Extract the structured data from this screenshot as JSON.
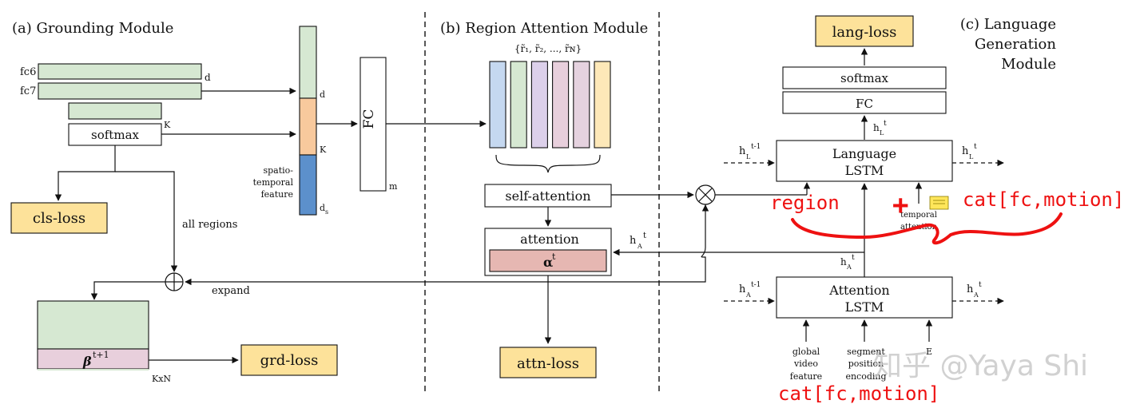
{
  "colors": {
    "green": "#d6e8d2",
    "orange": "#f8c99d",
    "blue": "#5c90cc",
    "pink": "#e6b7b2",
    "loss_yellow": "#fde29a",
    "annotation_red": "#ee1111",
    "note_yellow": "#ffe65a",
    "attn_bars": [
      "#c5d8f0",
      "#d6e8d2",
      "#dcd0ea",
      "#e8cfdc",
      "#e5d2df",
      "#fde8b8"
    ]
  },
  "sections": {
    "grounding": "(a) Grounding Module",
    "region_attention": "(b) Region Attention Module",
    "language_generation": [
      "(c) Language",
      "Generation",
      "Module"
    ]
  },
  "grounding": {
    "fc6": "fc6",
    "fc7": "fc7",
    "d": "d",
    "softmax": "softmax",
    "k": "K",
    "cls_loss": "cls-loss",
    "all_regions": "all regions",
    "expand": "expand",
    "beta_base": "β",
    "beta_sup": "t+1",
    "kxn": "KxN",
    "grd_loss": "grd-loss"
  },
  "feature_column": {
    "d": "d",
    "k": "K",
    "ds_base": "d",
    "ds_sub": "s",
    "caption": [
      "spatio-",
      "temporal",
      "feature"
    ]
  },
  "fc_block": {
    "label": "FC",
    "m": "m"
  },
  "region_attention": {
    "regions_label": "{r̃₁, r̃₂, ..., r̃ɴ}",
    "self_attention": "self-attention",
    "attention": "attention",
    "alpha_base": "α",
    "alpha_sup": "t",
    "attn_loss": "attn-loss"
  },
  "language": {
    "lang_loss": "lang-loss",
    "softmax": "softmax",
    "fc": "FC",
    "language_lstm": [
      "Language",
      "LSTM"
    ],
    "attention_lstm": [
      "Attention",
      "LSTM"
    ],
    "h": "h",
    "sub_L": "L",
    "sub_A": "A",
    "sup_t": "t",
    "sup_t_minus_1": "t-1",
    "temporal_attention": [
      "temporal",
      "attention"
    ],
    "inputs": {
      "global": [
        "global",
        "video",
        "feature"
      ],
      "segment": [
        "segment",
        "position",
        "encoding"
      ],
      "word": "E"
    }
  },
  "annotations": {
    "region": "region",
    "cat_top": "cat[fc,motion]",
    "cat_bottom": "cat[fc,motion]",
    "plus": "+"
  },
  "watermark": "知乎 @Yaya Shi"
}
